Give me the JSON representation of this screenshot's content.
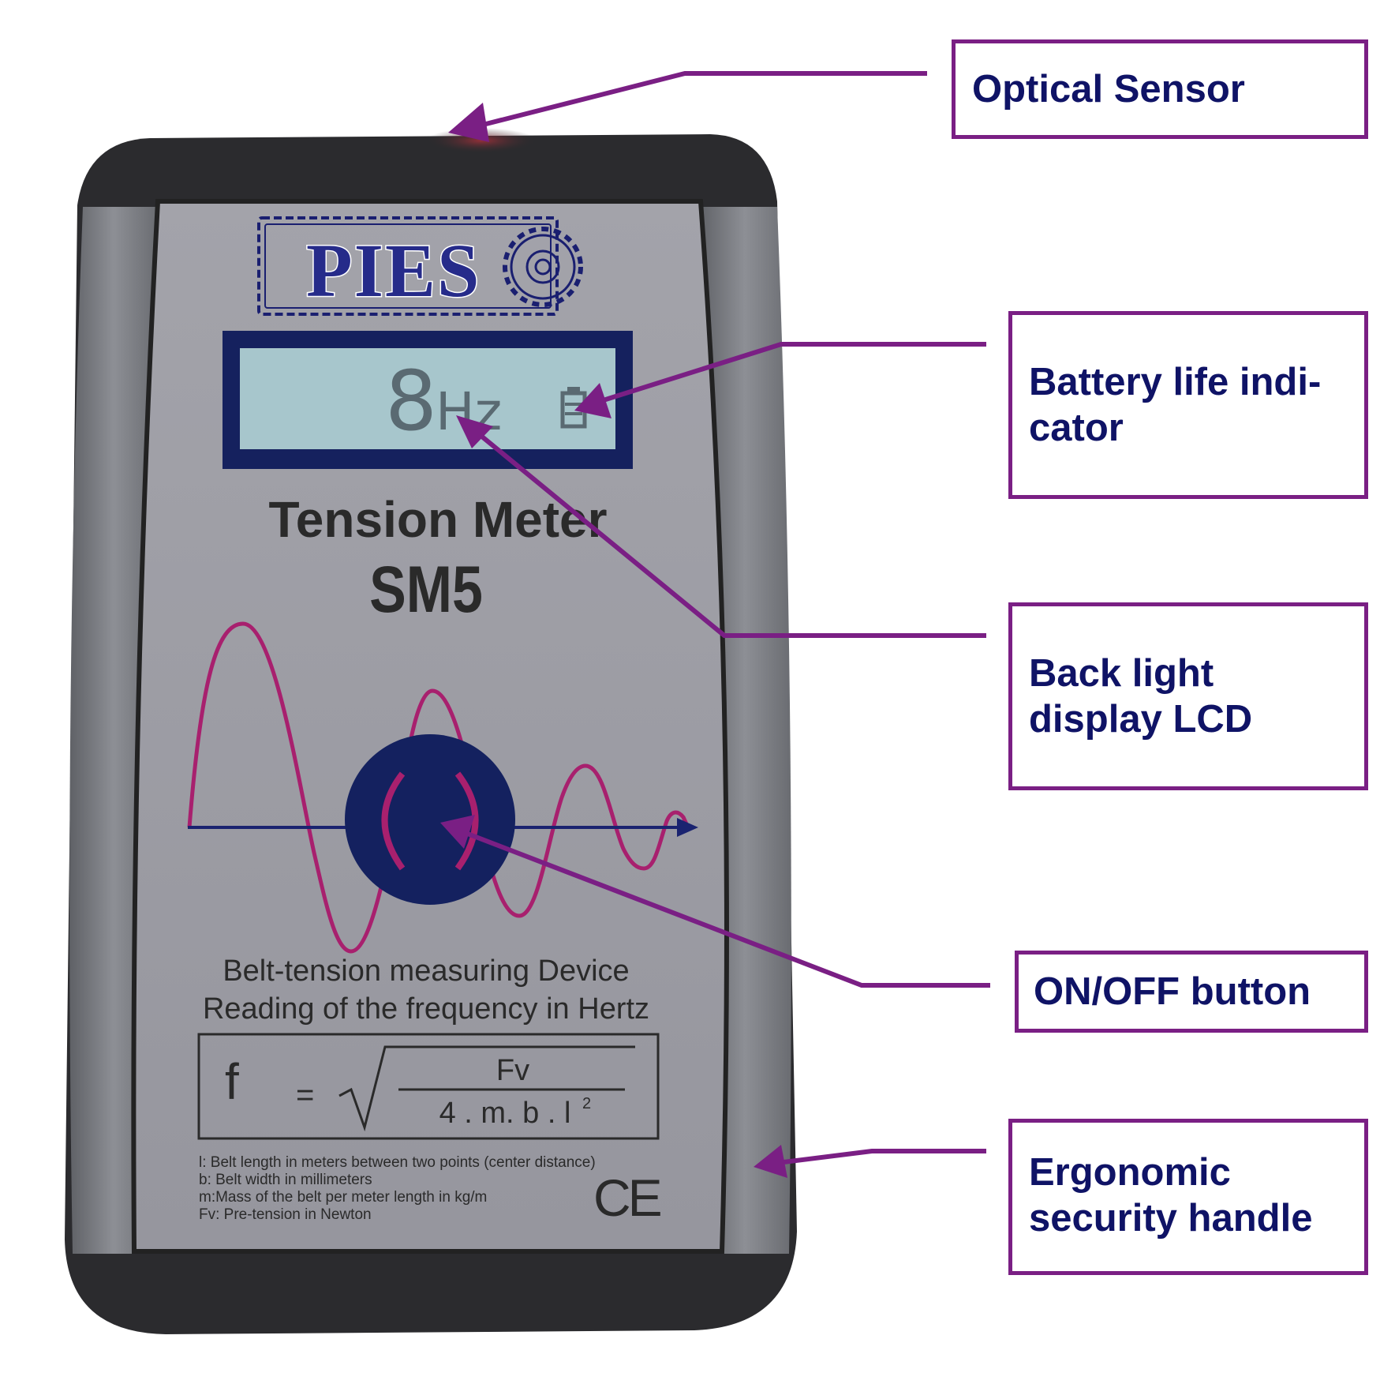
{
  "colors": {
    "callout_purple": "#7a1f84",
    "callout_text": "#0f1366",
    "housing": "#2b2b2e",
    "grip": "#7e8086",
    "faceplate": "#9c9ca4",
    "lcd_bezel": "#15215e",
    "lcd_screen": "#a7c6cc",
    "wave": "#a8206e",
    "button": "#14215f"
  },
  "callouts": [
    {
      "label": "Optical Sensor"
    },
    {
      "label": "Battery life indi-\ncator"
    },
    {
      "label": "Back light\ndisplay LCD"
    },
    {
      "label": "ON/OFF button"
    },
    {
      "label": "Ergonomic\nsecurity handle"
    }
  ],
  "device": {
    "brand": "PIES",
    "brand_icon": "gear-icon",
    "lcd_value": "8",
    "lcd_unit": "Hz",
    "battery_icon": "battery-icon",
    "title": "Tension Meter",
    "model": "SM5",
    "description_line1": "Belt-tension measuring Device",
    "description_line2": "Reading of the frequency in Hertz",
    "formula": {
      "lhs": "f",
      "equals": "=",
      "numerator": "Fv",
      "denominator": "4 . m. b . l",
      "exponent": "2"
    },
    "legend": [
      "l:  Belt length in meters between two points (center distance)",
      "b: Belt width in millimeters",
      "m:Mass of the belt per meter length in kg/m",
      "Fv: Pre-tension in Newton"
    ],
    "certification": "CE",
    "button_icon": "power-button-icon"
  }
}
